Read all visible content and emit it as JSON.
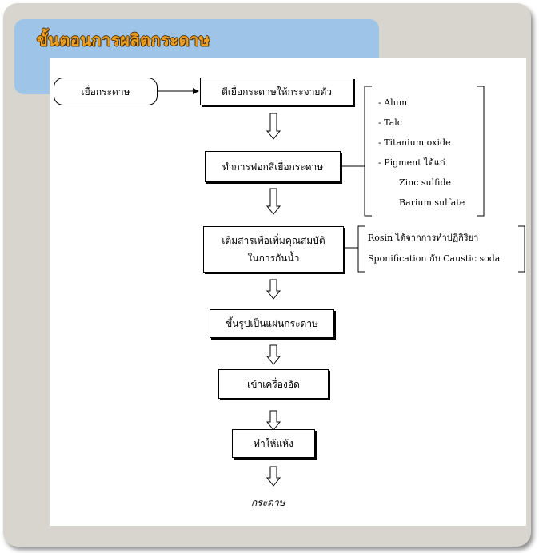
{
  "title": "ขั้นตอนการผลิตกระดาษ",
  "nodes": {
    "pulp": "เยื่อกระดาษ",
    "beat": "ตีเยื่อกระดาษให้กระจายตัว",
    "bleach": "ทำการฟอกสีเยื่อกระดาษ",
    "sizing_line1": "เติมสารเพื่อเพิ่มคุณสมบัติ",
    "sizing_line2": "ในการกันน้ำ",
    "form": "ขึ้นรูปเป็นแผ่นกระดาษ",
    "press": "เข้าเครื่องอัด",
    "dry": "ทำให้แห้ง",
    "paper": "กระดาษ"
  },
  "fillers": {
    "alum": "- Alum",
    "talc": "- Talc",
    "titanium": "- Titanium oxide",
    "pigment": "- Pigment ได้แก่",
    "zinc": "Zinc sulfide",
    "barium": "Barium sulfate"
  },
  "rosin": {
    "line1": "Rosin ได้จากการทำปฏิกิริยา",
    "line2": "Sponification กับ Caustic soda"
  }
}
